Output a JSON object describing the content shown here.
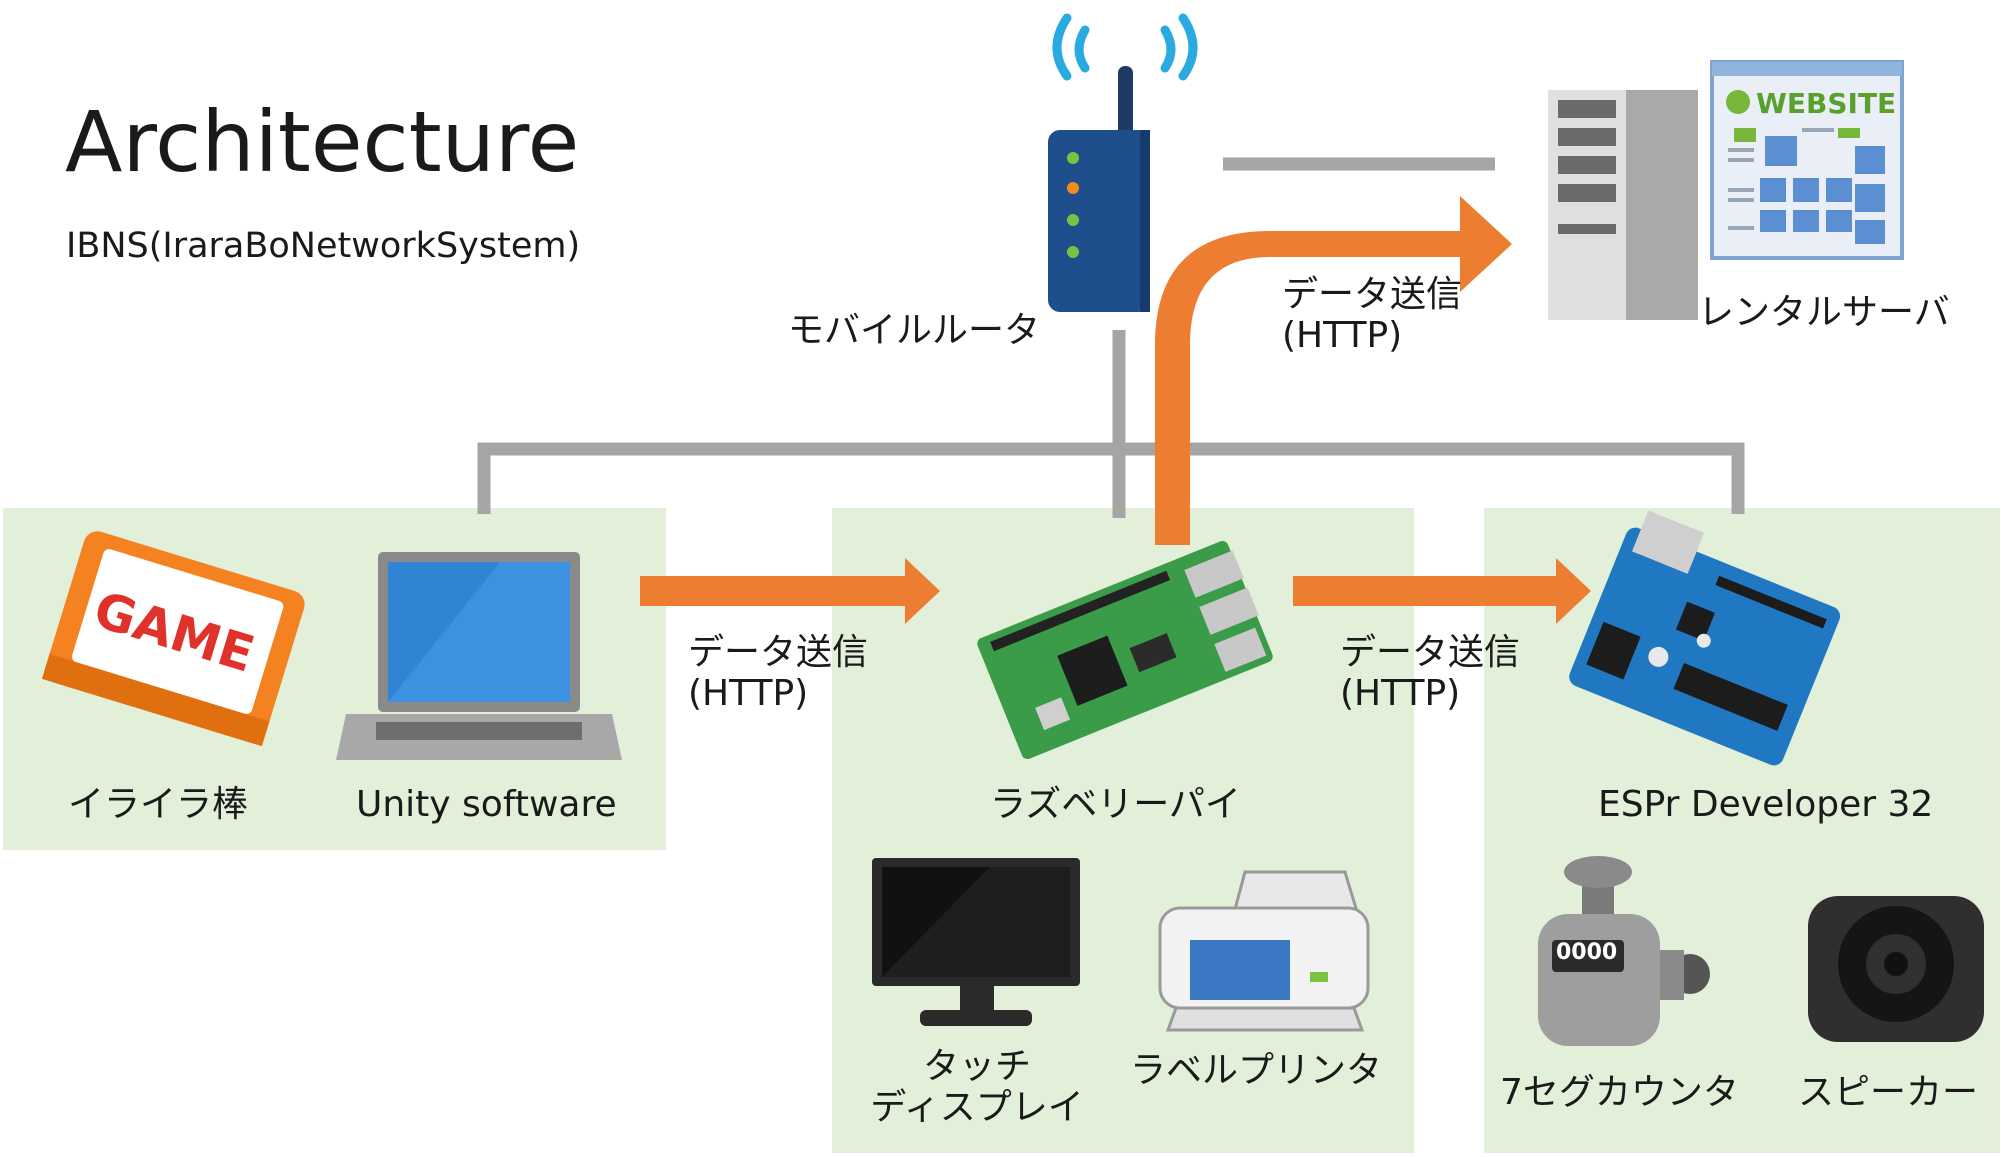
{
  "header": {
    "title": "Architecture",
    "subtitle": "IBNS(IraraBoNetworkSystem)"
  },
  "nodes": {
    "router": "モバイルルータ",
    "server": "レンタルサーバ",
    "website_logo": "WEBSITE",
    "game": "イライラ棒",
    "game_cart_text": "GAME",
    "laptop": "Unity software",
    "raspi": "ラズベリーパイ",
    "esp": "ESPr Developer 32",
    "display_line1": "タッチ",
    "display_line2": "ディスプレイ",
    "printer": "ラベルプリンタ",
    "counter": "7セグカウンタ",
    "counter_digits": "0000",
    "speaker": "スピーカー"
  },
  "edges": {
    "top_line1": "データ送信",
    "top_line2": "(HTTP)",
    "left_line1": "データ送信",
    "left_line2": "(HTTP)",
    "right_line1": "データ送信",
    "right_line2": "(HTTP)"
  },
  "colors": {
    "zone": "#e2f0d9",
    "arrow": "#ed7d31",
    "network_line": "#a5a5a5",
    "router_body": "#1f4e8c",
    "wifi": "#29abe2"
  }
}
